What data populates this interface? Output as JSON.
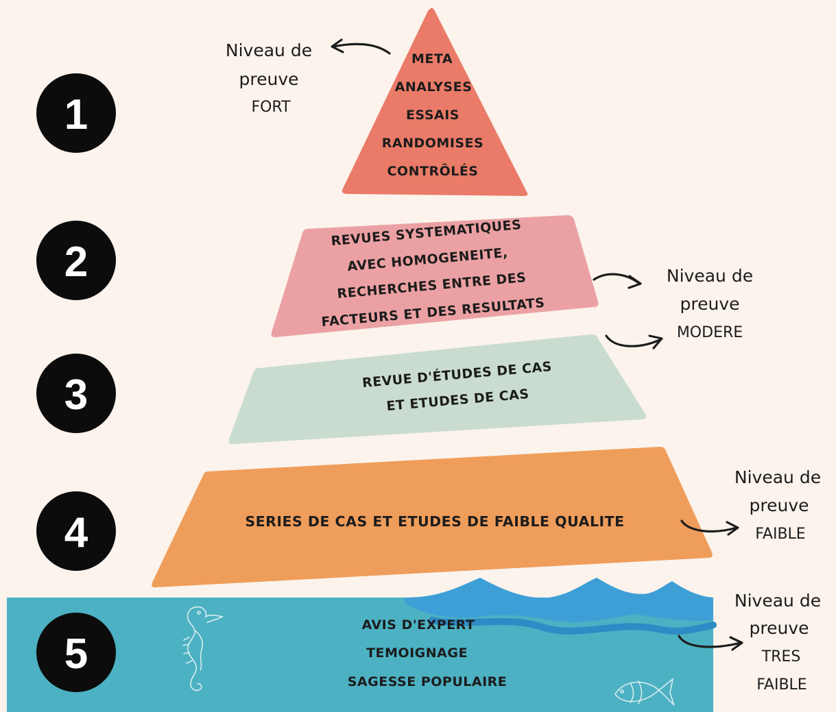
{
  "colors": {
    "background": "#fbf3ec",
    "level_1": "#ea7b68",
    "level_2": "#eba1a3",
    "level_3": "#c9dccf",
    "level_4": "#ef9d5a",
    "level_5": "#4cb1c3",
    "waves": "#3e9fd7",
    "badges": "#0c0c0c"
  },
  "levels": [
    {
      "number": "1",
      "lines": [
        "META",
        "ANALYSES",
        "ESSAIS",
        "RANDOMISES",
        "CONTRÔLÉS"
      ]
    },
    {
      "number": "2",
      "lines": [
        "REVUES SYSTEMATIQUES",
        "AVEC HOMOGENEITE,",
        "RECHERCHES ENTRE DES",
        "FACTEURS ET DES RESULTATS"
      ]
    },
    {
      "number": "3",
      "lines": [
        "REVUE D'ÉTUDES DE CAS",
        "ET ETUDES DE CAS"
      ]
    },
    {
      "number": "4",
      "lines": [
        "SERIES DE CAS ET ETUDES DE  FAIBLE QUALITE"
      ]
    },
    {
      "number": "5",
      "lines": [
        "AVIS D'EXPERT",
        "TEMOIGNAGE",
        "SAGESSE POPULAIRE"
      ]
    }
  ],
  "evidence_labels": {
    "fort": [
      "Niveau de",
      "preuve",
      "FORT"
    ],
    "modere": [
      "Niveau de",
      "preuve",
      "MODERE"
    ],
    "faible": [
      "Niveau de",
      "preuve",
      "FAIBLE"
    ],
    "tres_faible": [
      "Niveau de",
      "preuve",
      "TRES",
      "FAIBLE"
    ]
  },
  "icons": {
    "seahorse": "seahorse-icon",
    "fish": "fish-icon",
    "waves": "waves-icon"
  }
}
